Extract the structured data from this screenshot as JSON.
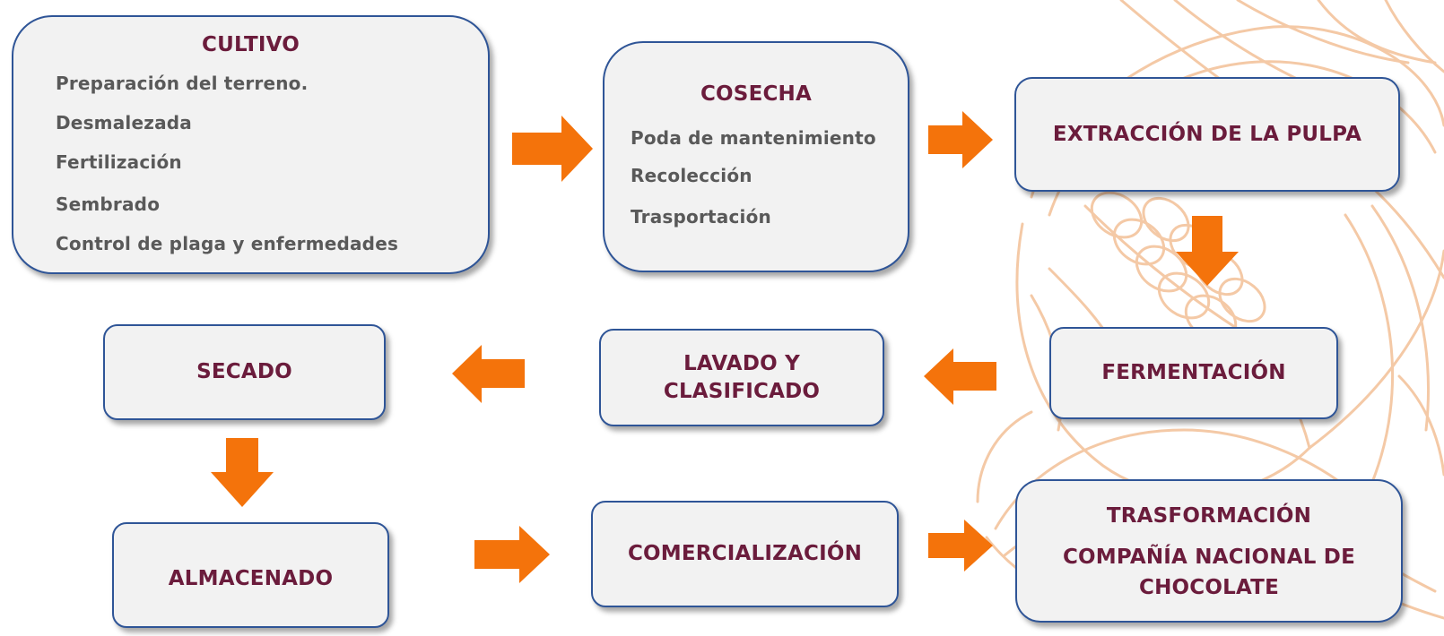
{
  "colors": {
    "box_fill": "#f2f2f2",
    "box_border": "#2f5597",
    "title_text": "#6b1c3c",
    "item_text": "#595959",
    "arrow": "#f4730b",
    "watermark": "#f4c9a6"
  },
  "background": {
    "watermark_icon": "cocoa-pod-watermark-icon"
  },
  "steps": {
    "cultivo": {
      "title": "CULTIVO",
      "items": [
        "Preparación del terreno.",
        "Desmalezada",
        "Fertilización",
        "Sembrado",
        "Control de plaga y enfermedades"
      ]
    },
    "cosecha": {
      "title": "COSECHA",
      "items": [
        "Poda de mantenimiento",
        "Recolección",
        "Trasportación"
      ]
    },
    "extraccion": {
      "title": "EXTRACCIÓN DE LA PULPA"
    },
    "fermentacion": {
      "title": "FERMENTACIÓN"
    },
    "lavado": {
      "title_line1": "LAVADO Y",
      "title_line2": "CLASIFICADO"
    },
    "secado": {
      "title": "SECADO"
    },
    "almacenado": {
      "title": "ALMACENADO"
    },
    "comercializacion": {
      "title": "COMERCIALIZACIÓN"
    },
    "trasformacion": {
      "title": "TRASFORMACIÓN",
      "subtitle_line1": "COMPAÑÍA NACIONAL DE",
      "subtitle_line2": "CHOCOLATE"
    }
  },
  "arrows": [
    {
      "name": "arrow-cultivo-to-cosecha",
      "direction": "right"
    },
    {
      "name": "arrow-cosecha-to-extraccion",
      "direction": "right"
    },
    {
      "name": "arrow-extraccion-to-fermentacion",
      "direction": "down"
    },
    {
      "name": "arrow-fermentacion-to-lavado",
      "direction": "left"
    },
    {
      "name": "arrow-lavado-to-secado",
      "direction": "left"
    },
    {
      "name": "arrow-secado-to-almacenado",
      "direction": "down"
    },
    {
      "name": "arrow-almacenado-to-comercializacion",
      "direction": "right"
    },
    {
      "name": "arrow-comercializacion-to-trasformacion",
      "direction": "right"
    }
  ]
}
